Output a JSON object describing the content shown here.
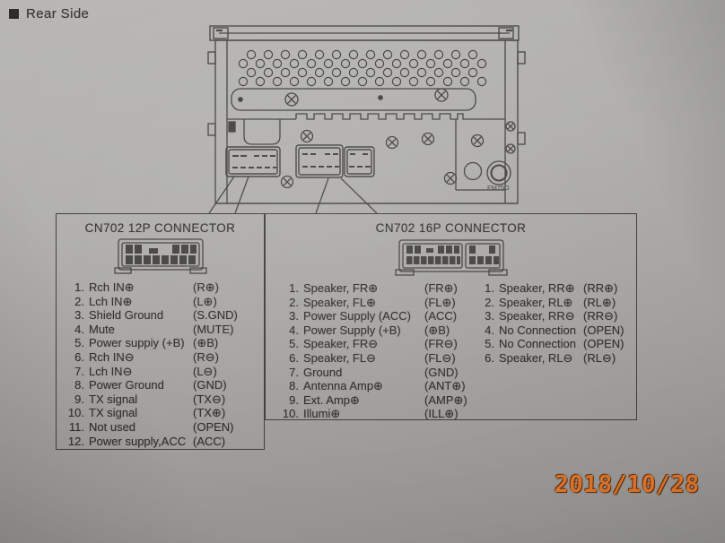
{
  "page": {
    "header_label": "Rear Side",
    "date_stamp": "2018/10/28"
  },
  "unit": {
    "antenna_label": "FM75Ω"
  },
  "colors": {
    "paper": "#aaa9a7",
    "ink": "#3f3e3c",
    "date_stamp": "#d8722b"
  },
  "connector12": {
    "title": "CN702 12P CONNECTOR",
    "pins": [
      {
        "num": "1.",
        "name": "Rch IN⊕",
        "code": "(R⊕)"
      },
      {
        "num": "2.",
        "name": "Lch IN⊕",
        "code": "(L⊕)"
      },
      {
        "num": "3.",
        "name": "Shield Ground",
        "code": "(S.GND)"
      },
      {
        "num": "4.",
        "name": "Mute",
        "code": "(MUTE)"
      },
      {
        "num": "5.",
        "name": "Power suppiy (+B)",
        "code": "(⊕B)"
      },
      {
        "num": "6.",
        "name": "Rch IN⊖",
        "code": "(R⊖)"
      },
      {
        "num": "7.",
        "name": "Lch IN⊖",
        "code": "(L⊖)"
      },
      {
        "num": "8.",
        "name": "Power Ground",
        "code": "(GND)"
      },
      {
        "num": "9.",
        "name": "TX signal",
        "code": "(TX⊖)"
      },
      {
        "num": "10.",
        "name": "TX signal",
        "code": "(TX⊕)"
      },
      {
        "num": "11.",
        "name": "Not used",
        "code": "(OPEN)"
      },
      {
        "num": "12.",
        "name": "Power supply,ACC",
        "code": "(ACC)"
      }
    ]
  },
  "connector16": {
    "title": "CN702 16P CONNECTOR",
    "pins_left": [
      {
        "num": "1.",
        "name": "Speaker, FR⊕",
        "code": "(FR⊕)"
      },
      {
        "num": "2.",
        "name": "Speaker, FL⊕",
        "code": "(FL⊕)"
      },
      {
        "num": "3.",
        "name": "Power Supply (ACC)",
        "code": "(ACC)"
      },
      {
        "num": "4.",
        "name": "Power Supply (+B)",
        "code": "(⊕B)"
      },
      {
        "num": "5.",
        "name": "Speaker, FR⊖",
        "code": "(FR⊖)"
      },
      {
        "num": "6.",
        "name": "Speaker, FL⊖",
        "code": "(FL⊖)"
      },
      {
        "num": "7.",
        "name": "Ground",
        "code": "(GND)"
      },
      {
        "num": "8.",
        "name": "Antenna Amp⊕",
        "code": "(ANT⊕)"
      },
      {
        "num": "9.",
        "name": "Ext. Amp⊕",
        "code": "(AMP⊕)"
      },
      {
        "num": "10.",
        "name": "Illumi⊕",
        "code": "(ILL⊕)"
      }
    ],
    "pins_right": [
      {
        "num": "1.",
        "name": "Speaker, RR⊕",
        "code": "(RR⊕)"
      },
      {
        "num": "2.",
        "name": "Speaker, RL⊕",
        "code": "(RL⊕)"
      },
      {
        "num": "3.",
        "name": "Speaker, RR⊖",
        "code": "(RR⊖)"
      },
      {
        "num": "4.",
        "name": "No Connection",
        "code": "(OPEN)"
      },
      {
        "num": "5.",
        "name": "No Connection",
        "code": "(OPEN)"
      },
      {
        "num": "6.",
        "name": "Speaker, RL⊖",
        "code": "(RL⊖)"
      }
    ]
  }
}
